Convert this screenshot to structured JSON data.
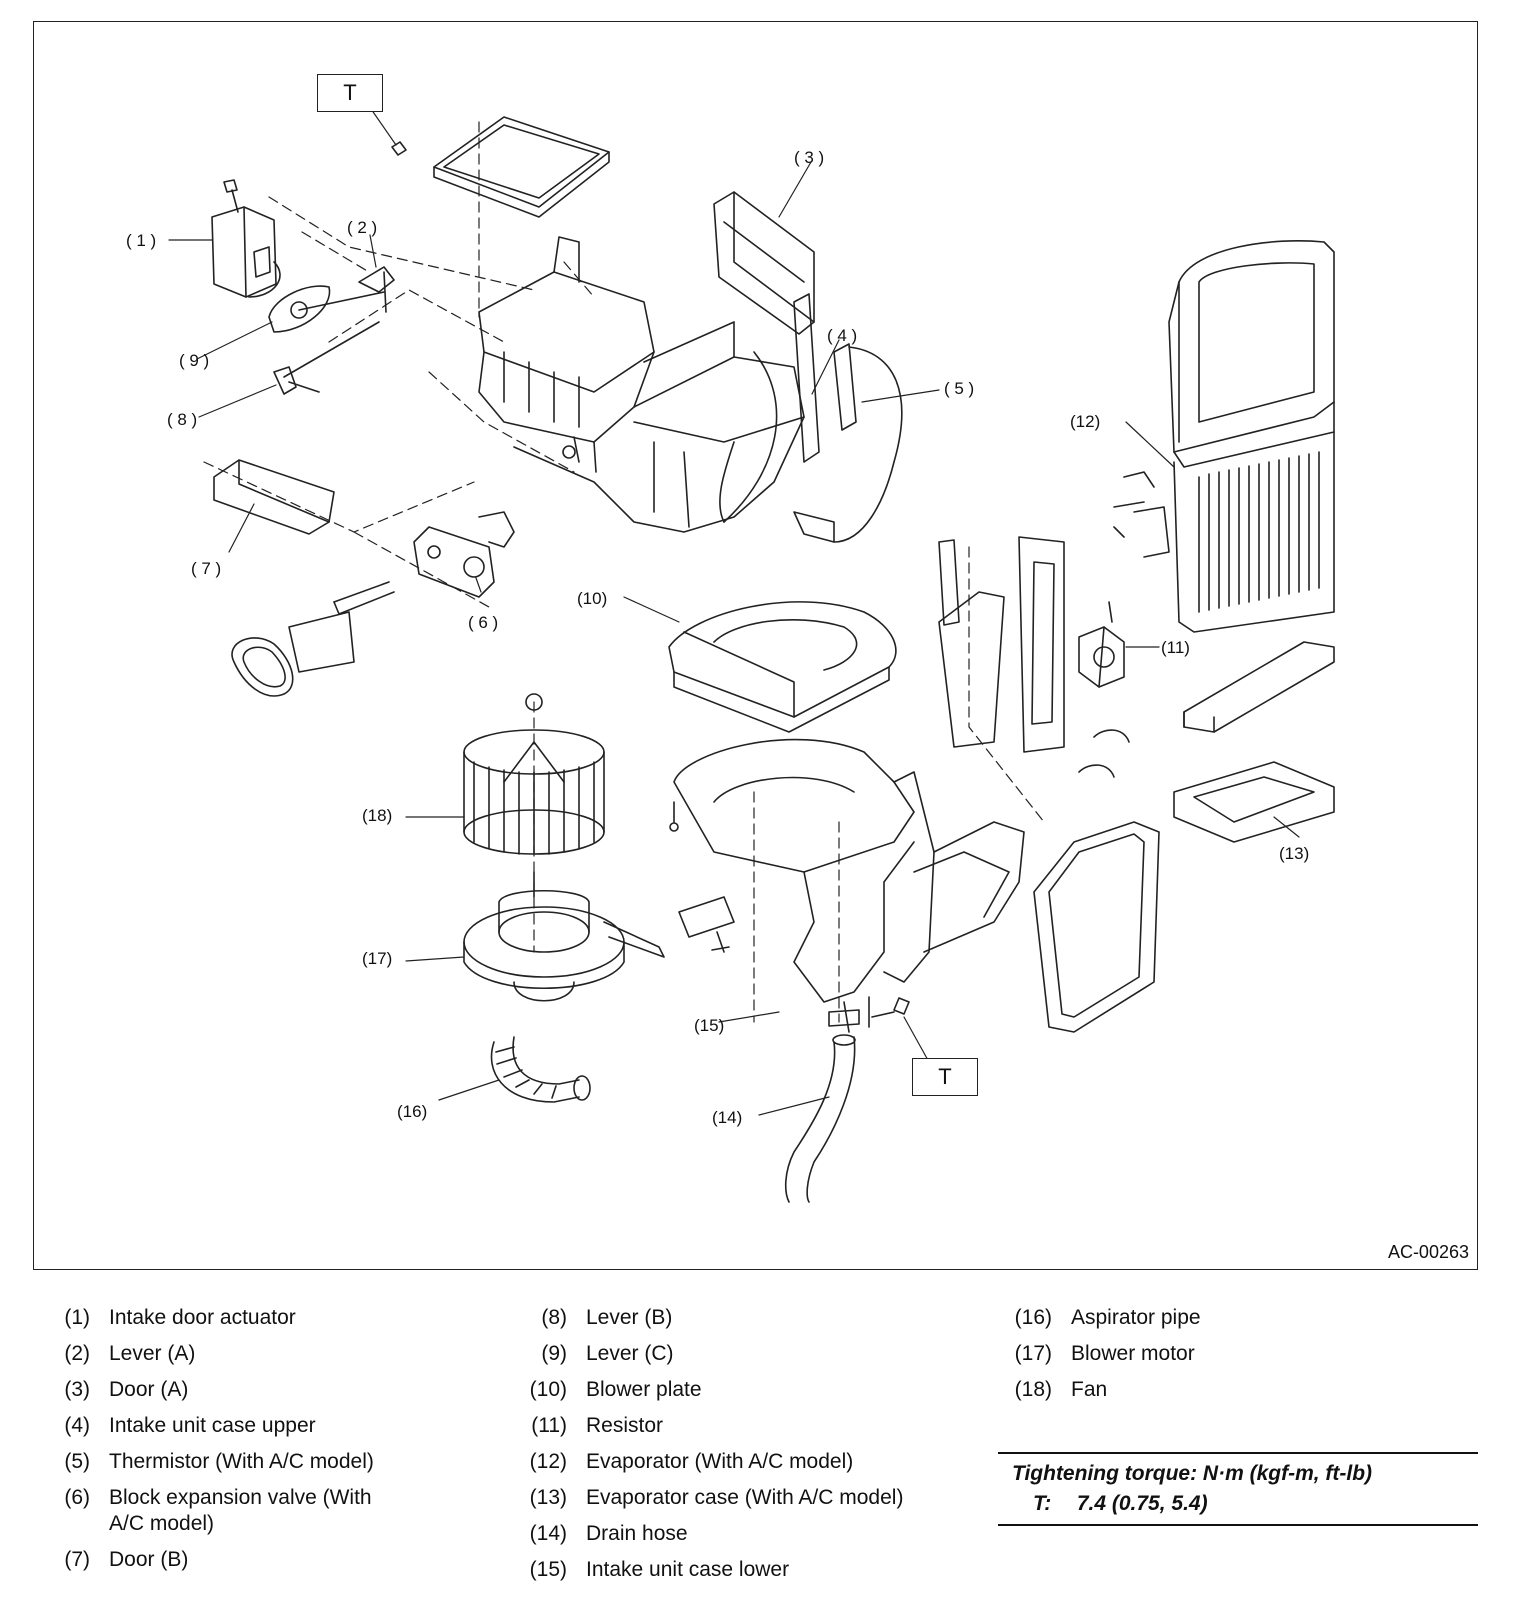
{
  "figure": {
    "id": "AC-00263",
    "torque_marker": "T",
    "callouts": [
      "( 1 )",
      "( 2 )",
      "( 3 )",
      "( 4 )",
      "( 5 )",
      "( 6 )",
      "( 7 )",
      "( 8 )",
      "( 9 )",
      "(10)",
      "(11)",
      "(12)",
      "(13)",
      "(14)",
      "(15)",
      "(16)",
      "(17)",
      "(18)"
    ]
  },
  "legend": {
    "col1": [
      {
        "num": "(1)",
        "text": "Intake door actuator"
      },
      {
        "num": "(2)",
        "text": "Lever (A)"
      },
      {
        "num": "(3)",
        "text": "Door (A)"
      },
      {
        "num": "(4)",
        "text": "Intake unit case upper"
      },
      {
        "num": "(5)",
        "text": "Thermistor (With A/C model)"
      },
      {
        "num": "(6)",
        "text": "Block expansion valve (With A/C model)"
      },
      {
        "num": "(7)",
        "text": "Door (B)"
      }
    ],
    "col2": [
      {
        "num": "(8)",
        "text": "Lever (B)"
      },
      {
        "num": "(9)",
        "text": "Lever (C)"
      },
      {
        "num": "(10)",
        "text": "Blower plate"
      },
      {
        "num": "(11)",
        "text": "Resistor"
      },
      {
        "num": "(12)",
        "text": "Evaporator (With A/C model)"
      },
      {
        "num": "(13)",
        "text": "Evaporator case (With A/C model)"
      },
      {
        "num": "(14)",
        "text": "Drain hose"
      },
      {
        "num": "(15)",
        "text": "Intake unit case lower"
      }
    ],
    "col3": [
      {
        "num": "(16)",
        "text": "Aspirator pipe"
      },
      {
        "num": "(17)",
        "text": "Blower motor"
      },
      {
        "num": "(18)",
        "text": "Fan"
      }
    ]
  },
  "torque": {
    "header": "Tightening torque: N·m (kgf-m, ft-lb)",
    "label": "T:",
    "value": "7.4 (0.75, 5.4)"
  }
}
